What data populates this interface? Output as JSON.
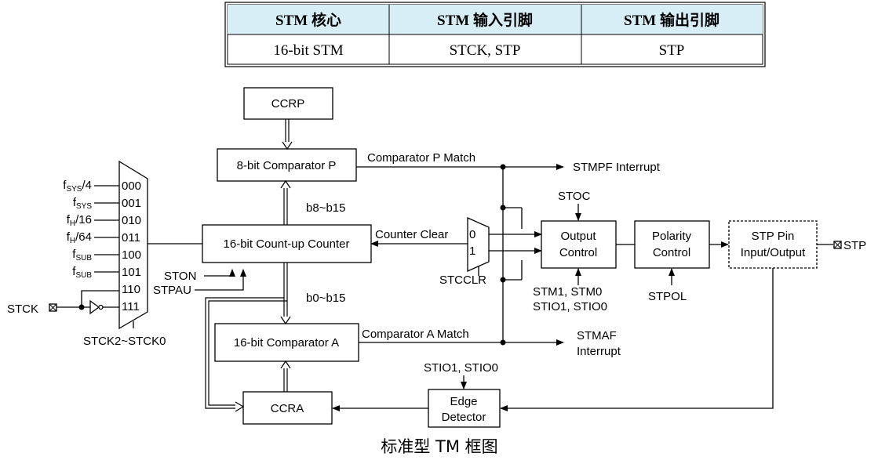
{
  "table": {
    "headers": [
      "STM 核心",
      "STM 输入引脚",
      "STM 输出引脚"
    ],
    "row": [
      "16-bit STM",
      "STCK, STP",
      "STP"
    ]
  },
  "blocks": {
    "ccrp": "CCRP",
    "comp_p": "8-bit Comparator P",
    "counter": "16-bit Count-up Counter",
    "comp_a": "16-bit Comparator A",
    "ccra": "CCRA",
    "output_control": [
      "Output",
      "Control"
    ],
    "polarity_control": [
      "Polarity",
      "Control"
    ],
    "stp_pin": [
      "STP Pin",
      "Input/Output"
    ],
    "edge_detector": [
      "Edge",
      "Detector"
    ]
  },
  "mux_inputs": [
    {
      "main": "f",
      "sub": "SYS",
      "tail": "/4",
      "code": "000"
    },
    {
      "main": "f",
      "sub": "SYS",
      "tail": "",
      "code": "001"
    },
    {
      "main": "f",
      "sub": "H",
      "tail": "/16",
      "code": "010"
    },
    {
      "main": "f",
      "sub": "H",
      "tail": "/64",
      "code": "011"
    },
    {
      "main": "f",
      "sub": "SUB",
      "tail": "",
      "code": "100"
    },
    {
      "main": "f",
      "sub": "SUB",
      "tail": "",
      "code": "101"
    },
    {
      "main": "",
      "sub": "",
      "tail": "",
      "code": "110"
    },
    {
      "main": "",
      "sub": "",
      "tail": "",
      "code": "111"
    }
  ],
  "labels": {
    "stck": "STCK",
    "stck_sel": "STCK2~STCK0",
    "ston": "STON",
    "stpau": "STPAU",
    "b8_b15": "b8~b15",
    "b0_b15": "b0~b15",
    "comp_p_match": "Comparator P Match",
    "comp_a_match": "Comparator A Match",
    "counter_clear": "Counter Clear",
    "stmpf": "STMPF Interrupt",
    "stmaf": [
      "STMAF",
      "Interrupt"
    ],
    "stoc": "STOC",
    "stm_mode": [
      "STM1, STM0",
      "STIO1, STIO0"
    ],
    "stpol": "STPOL",
    "stio_edge": "STIO1, STIO0",
    "stcclr": "STCCLR",
    "mux0": "0",
    "mux1": "1",
    "stp_out": "STP"
  },
  "caption": "标准型 TM 框图"
}
